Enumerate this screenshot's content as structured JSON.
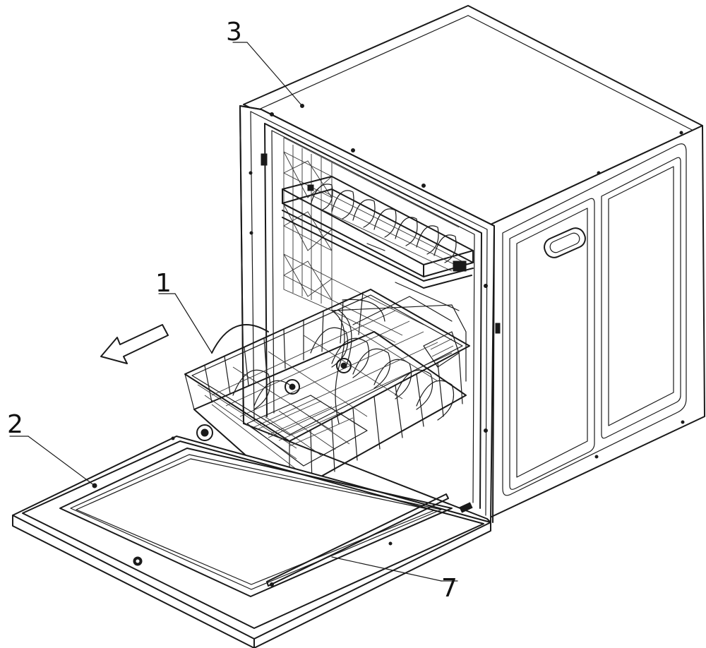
{
  "figure": {
    "callouts": [
      {
        "id": "1",
        "label": "1"
      },
      {
        "id": "2",
        "label": "2"
      },
      {
        "id": "3",
        "label": "3"
      },
      {
        "id": "7",
        "label": "7"
      }
    ],
    "direction_arrow_icon": "left-down-arrow-icon",
    "colors": {
      "line": "#1a1a1a",
      "background": "#ffffff"
    }
  }
}
